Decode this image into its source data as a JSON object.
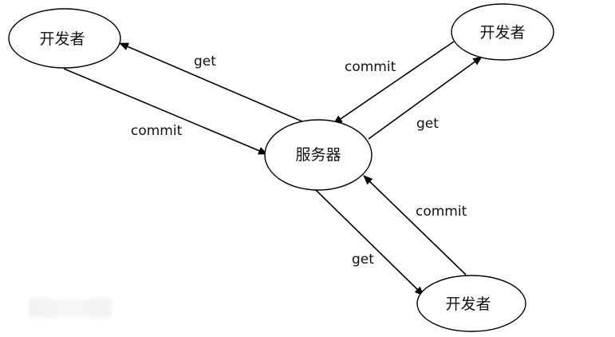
{
  "diagram": {
    "nodes": {
      "server": "服务器",
      "developer_top_left": "开发者",
      "developer_top_right": "开发者",
      "developer_bottom": "开发者"
    },
    "edges": {
      "server_to_top_left": "get",
      "top_left_to_server": "commit",
      "top_right_to_server": "commit",
      "server_to_top_right": "get",
      "bottom_to_server": "commit",
      "server_to_bottom": "get"
    }
  }
}
